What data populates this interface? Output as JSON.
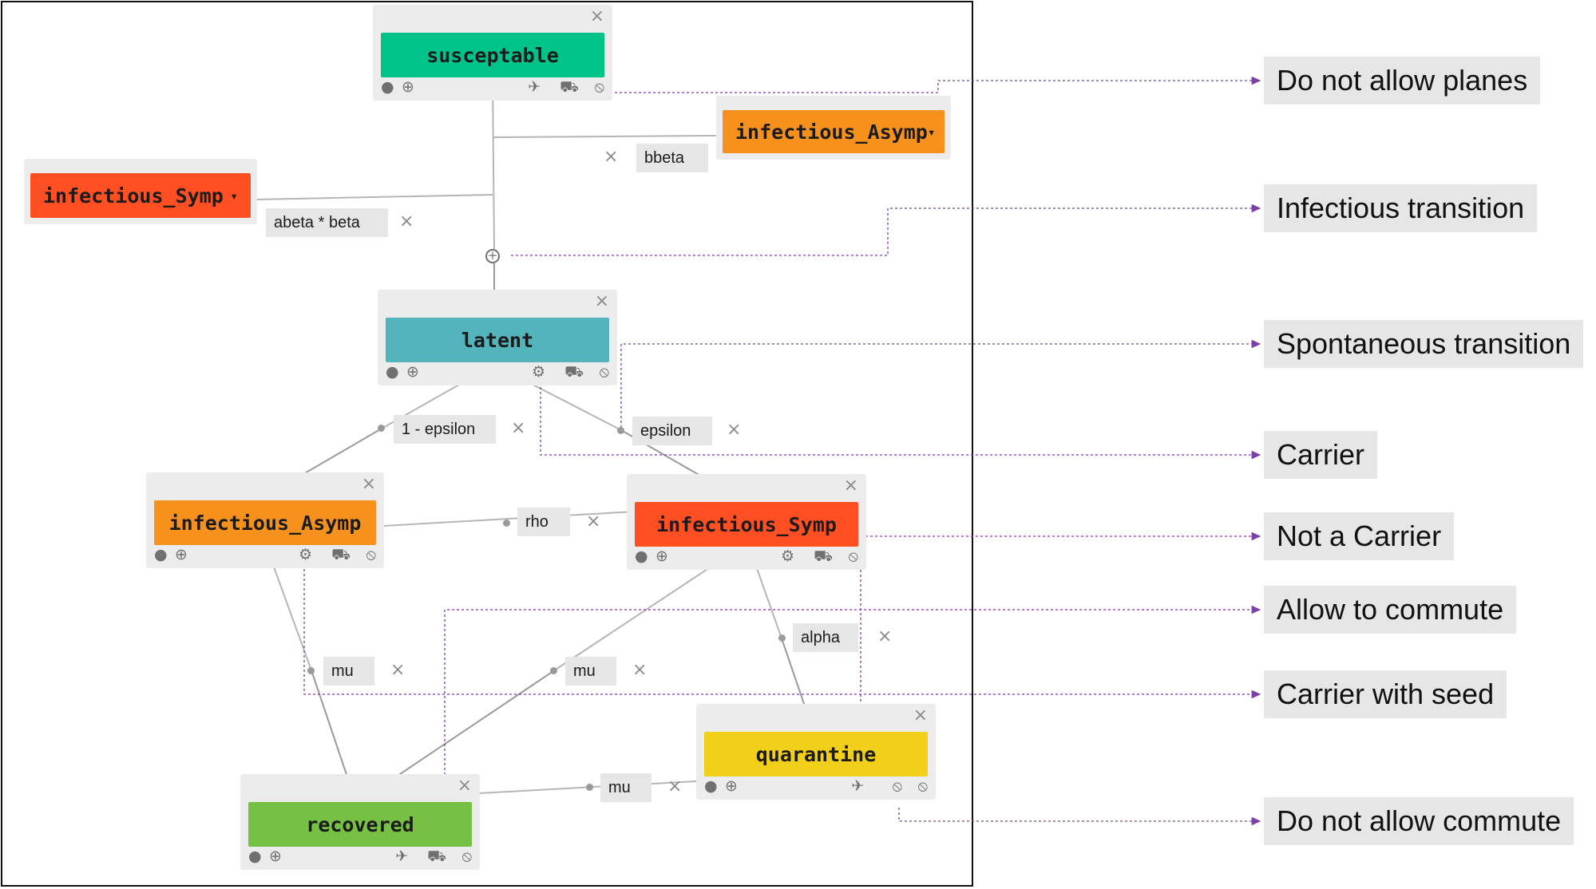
{
  "colors": {
    "susceptible": "#00c389",
    "latent": "#54b4bc",
    "infectious_asymp": "#f7911e",
    "infectious_symp": "#ff4f23",
    "quarantine": "#f2cf18",
    "recovered": "#76c043",
    "legend_line": "#7b3fa8",
    "edge": "#b5b5b5"
  },
  "nodes": {
    "susceptible": {
      "label": "susceptable"
    },
    "latent": {
      "label": "latent"
    },
    "infectious_asymp": {
      "label": "infectious_Asymp"
    },
    "infectious_symp": {
      "label": "infectious_Symp"
    },
    "quarantine": {
      "label": "quarantine"
    },
    "recovered": {
      "label": "recovered"
    }
  },
  "sources": {
    "infectious_asymp": {
      "label": "infectious_Asymp"
    },
    "infectious_symp": {
      "label": "infectious_Symp"
    }
  },
  "rates": {
    "bbeta": "bbeta",
    "abeta_beta": "abeta * beta",
    "one_minus_epsilon": "1 - epsilon",
    "epsilon": "epsilon",
    "rho": "rho",
    "alpha": "alpha",
    "mu_asymp": "mu",
    "mu_symp": "mu",
    "mu_quarantine": "mu"
  },
  "icons": {
    "close": "×",
    "info": "info-icon",
    "add": "add-icon",
    "plane": "plane-icon",
    "car": "car-icon",
    "no_commute": "no-commute-icon",
    "gear": "gear-icon",
    "caret": "▾"
  },
  "legend": {
    "no_planes": "Do not allow planes",
    "infectious_transition": "Infectious transition",
    "spontaneous_transition": "Spontaneous transition",
    "carrier": "Carrier",
    "not_carrier": "Not a Carrier",
    "allow_commute": "Allow to commute",
    "carrier_seed": "Carrier with seed",
    "no_commute": "Do not allow commute"
  }
}
